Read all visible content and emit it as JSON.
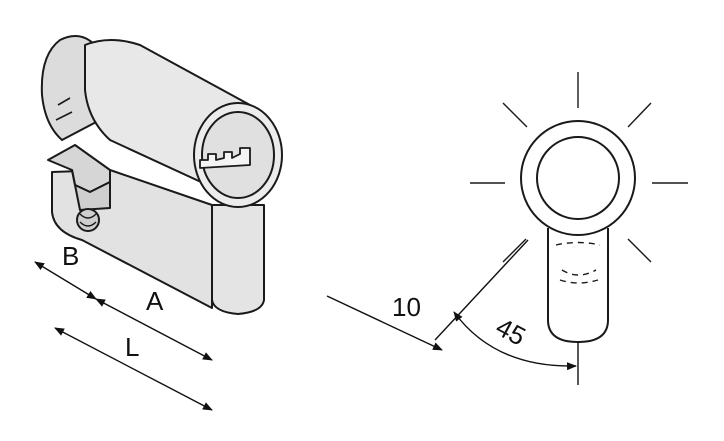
{
  "figure": {
    "cylinder": {
      "labels": {
        "b": "B",
        "a": "A",
        "l": "L"
      }
    },
    "cam": {
      "labels": {
        "offset": "10",
        "angle": "45"
      }
    }
  }
}
